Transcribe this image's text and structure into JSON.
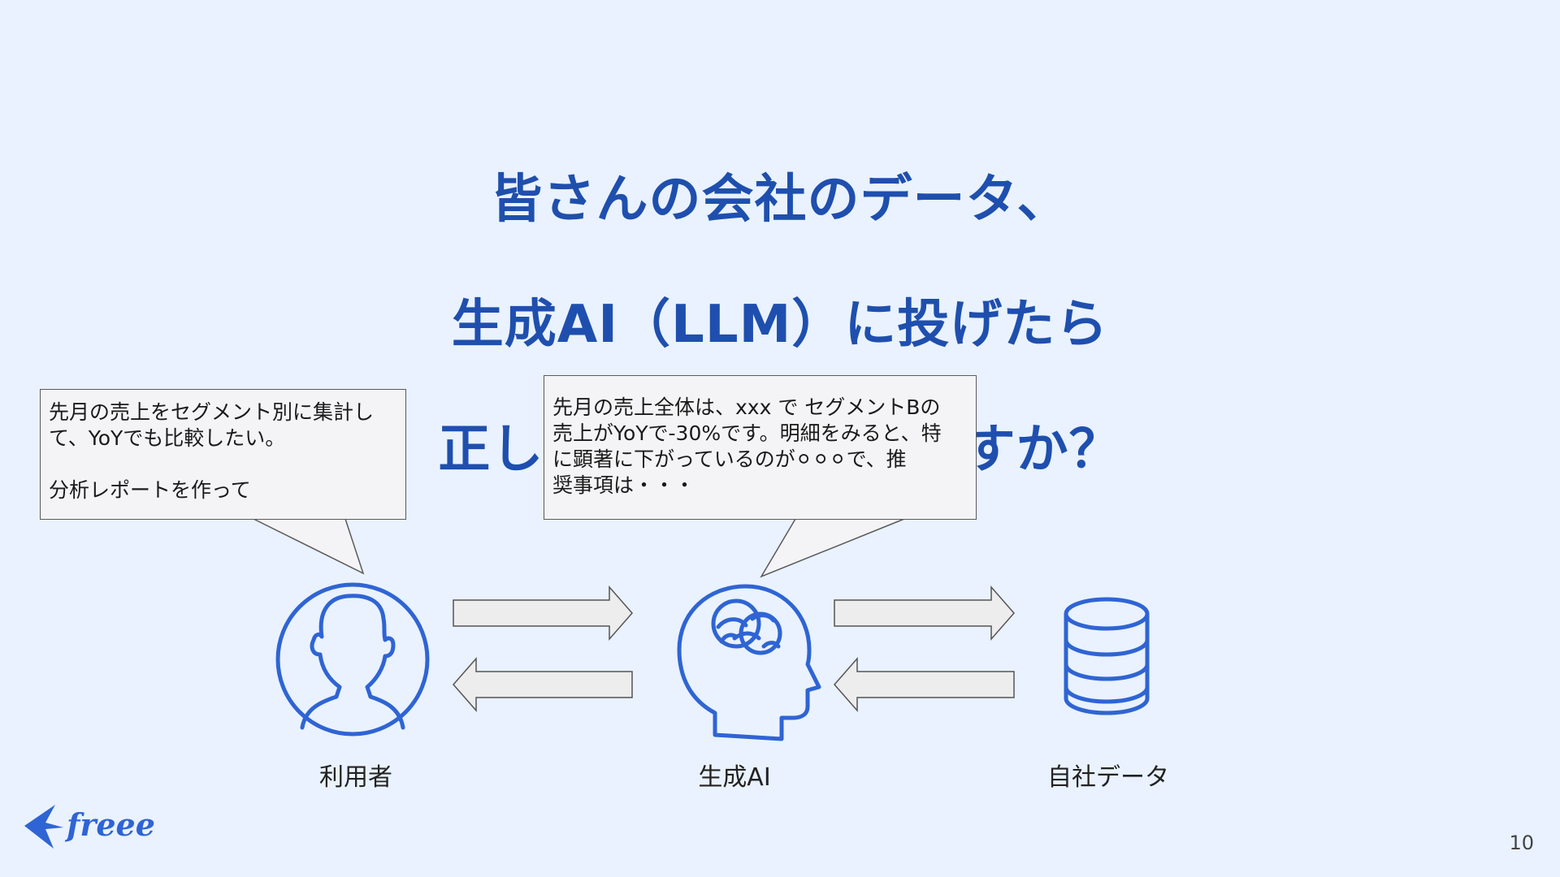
{
  "slide": {
    "title_lines": [
      "皆さんの会社のデータ、",
      "生成AI（LLM）に投げたら",
      "正しく分析してくれますか？"
    ],
    "page_number": "10"
  },
  "bubbles": {
    "user": "先月の売上をセグメント別に集計し\nて、YoYでも比較したい。\n\n分析レポートを作って",
    "ai": "先月の売上全体は、xxx で セグメントBの\n売上がYoYで-30%です。明細をみると、特\nに顕著に下がっているのが⚪︎⚪︎⚪︎で、推\n奨事項は・・・"
  },
  "diagram": {
    "nodes": [
      {
        "label": "利用者",
        "icon": "user-icon"
      },
      {
        "label": "生成AI",
        "icon": "brain-head-icon"
      },
      {
        "label": "自社データ",
        "icon": "database-icon"
      }
    ],
    "arrows": [
      "arrow-right-icon",
      "arrow-left-icon"
    ],
    "colors": {
      "title": "#1f4fae",
      "icon": "#2f64d4",
      "arrow_fill": "#ededed",
      "arrow_stroke": "#555555",
      "background": "#e9f2fe"
    }
  },
  "logo": {
    "text": "freee",
    "icon": "freee-bird-icon",
    "color": "#2f64d4"
  }
}
